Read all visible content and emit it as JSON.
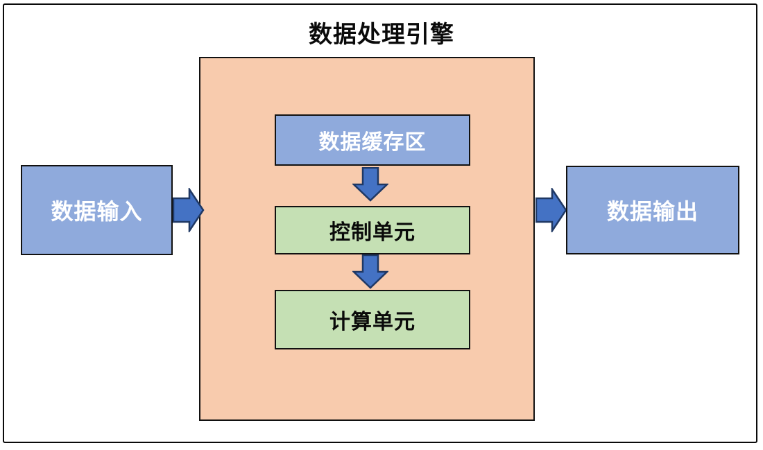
{
  "diagram": {
    "title": "数据处理引擎",
    "nodes": {
      "input": {
        "label": "数据输入"
      },
      "buffer": {
        "label": "数据缓存区"
      },
      "control": {
        "label": "控制单元"
      },
      "compute": {
        "label": "计算单元"
      },
      "output": {
        "label": "数据输出"
      }
    },
    "arrows": [
      {
        "name": "input-to-engine",
        "direction": "right"
      },
      {
        "name": "buffer-to-control",
        "direction": "down"
      },
      {
        "name": "control-to-compute",
        "direction": "down"
      },
      {
        "name": "engine-to-output",
        "direction": "right"
      }
    ],
    "colors": {
      "node_blue_fill": "#8FAADC",
      "node_green_fill": "#C5E0B4",
      "container_orange_fill": "#F8CBAD",
      "arrow_fill": "#4472C4",
      "arrow_stroke": "#1F3864",
      "border": "#111111",
      "text_white": "#FFFFFF",
      "text_black": "#0A0A0A"
    }
  }
}
